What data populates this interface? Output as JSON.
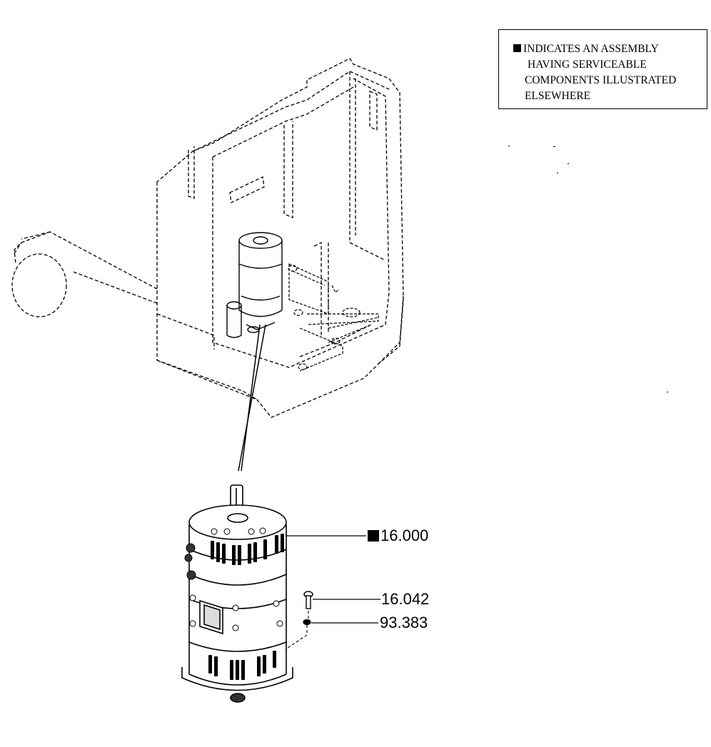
{
  "legend": {
    "symbol": "filled-square-icon",
    "lines": [
      "INDICATES AN ASSEMBLY",
      "HAVING SERVICEABLE",
      "COMPONENTS ILLUSTRATED",
      "ELSEWHERE"
    ]
  },
  "callouts": {
    "motor_assembly": {
      "label": "16.000",
      "assembly_marker": true
    },
    "screw": {
      "label": "16.042"
    },
    "washer": {
      "label": "93.383"
    }
  },
  "colors": {
    "ink": "#000000",
    "background": "#ffffff"
  }
}
